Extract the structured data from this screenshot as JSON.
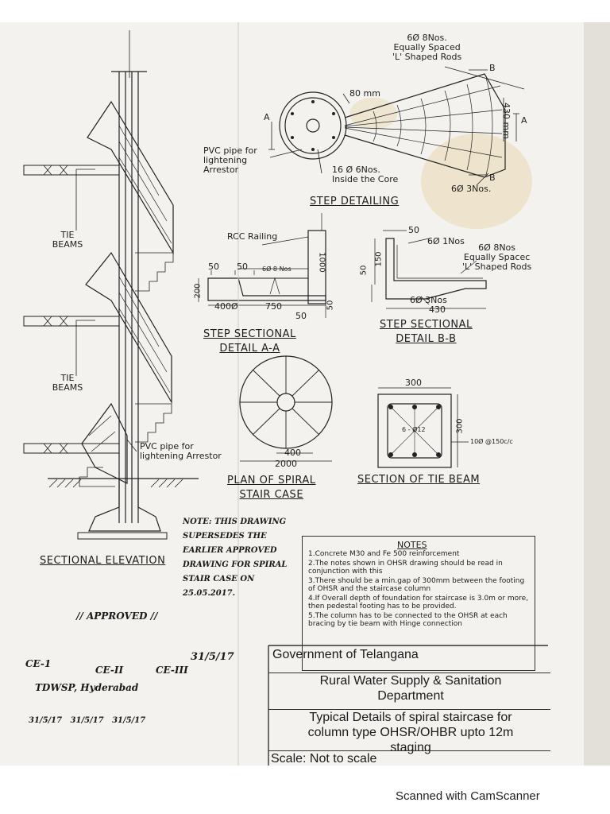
{
  "drawing": {
    "elevation_title": "SECTIONAL ELEVATION",
    "tie_beams_label": "TIE\nBEAMS",
    "pvc_pipe_label": "PVC pipe for\nlightening Arrestor",
    "step_detailing": {
      "title": "STEP DETAILING",
      "rods_label": "6Ø 8Nos.\nEqually Spaced\n'L' Shaped Rods",
      "dim_80": "80 mm",
      "dim_430": "430 mm",
      "pvc_label": "PVC pipe for\nlightening\nArrestor",
      "core_label": "16 Ø 6Nos.\nInside the Core",
      "bars_label": "6Ø 3Nos.",
      "section_a": "A",
      "section_b": "B"
    },
    "section_aa": {
      "title": "STEP SECTIONAL\nDETAIL A-A",
      "railing_label": "RCC Railing",
      "dim_50a": "50",
      "dim_50b": "50",
      "bars": "6Ø 8 Nos",
      "dim_1000": "1000",
      "dim_200": "200",
      "dim_400": "400Ø",
      "dim_750": "750",
      "dim_50c": "50",
      "dim_50d": "50"
    },
    "section_bb": {
      "title": "STEP SECTIONAL\nDETAIL B-B",
      "dim_50": "50",
      "bar_1": "6Ø 1Nos",
      "rods_label": "6Ø 8Nos\nEqually Spacec\n'L' Shaped Rods",
      "dim_150": "150",
      "dim_50b": "50",
      "bars_3": "6Ø 3Nos",
      "dim_430": "430"
    },
    "plan": {
      "title": "PLAN OF SPIRAL\nSTAIR CASE",
      "dim_400": "400",
      "dim_2000": "2000"
    },
    "tie_beam": {
      "title": "SECTION OF TIE BEAM",
      "dim_300_top": "300",
      "dim_300_side": "300",
      "bars": "6 - Ø12",
      "stirrups": "10Ø @150c/c"
    }
  },
  "handwritten": {
    "note": "NOTE: THIS DRAWING\nSUPERSEDES THE\nEARLIER APPROVED\nDRAWING FOR SPIRAL\nSTAIR CASE ON\n25.05.2017.",
    "approved": "// APPROVED //",
    "sign_ce1": "CE-1",
    "sign_ce2": "CE-II",
    "sign_ce3": "CE-III",
    "sign_date": "31/5/17",
    "sign_office": "TDWSP, Hyderabad",
    "sign_dates_row": "31/5/17   31/5/17   31/5/17"
  },
  "notes": {
    "title": "NOTES",
    "items": [
      "1.Concrete M30 and Fe 500 reinforcement",
      "2.The notes shown in OHSR drawing should be read in conjunction with this",
      "3.There should be a min.gap of 300mm between the footing of OHSR and the staircase column",
      "4.If Overall depth of foundation for staircase is 3.0m or more, then pedestal footing has to be provided.",
      "5.The column has to be connected to the OHSR at each bracing by tie beam with Hinge connection"
    ]
  },
  "title_block": {
    "government": "Government of Telangana",
    "department": "Rural Water Supply & Sanitation\nDepartment",
    "description": "Typical Details of spiral staircase for\ncolumn type  OHSR/OHBR upto 12m\nstaging",
    "scale": "Scale: Not to scale"
  },
  "watermark": "Scanned with CamScanner",
  "colors": {
    "paper": "#f3f2ef",
    "ink": "#1d1d1d",
    "stain": "#e6c98c",
    "background": "#ffffff"
  }
}
